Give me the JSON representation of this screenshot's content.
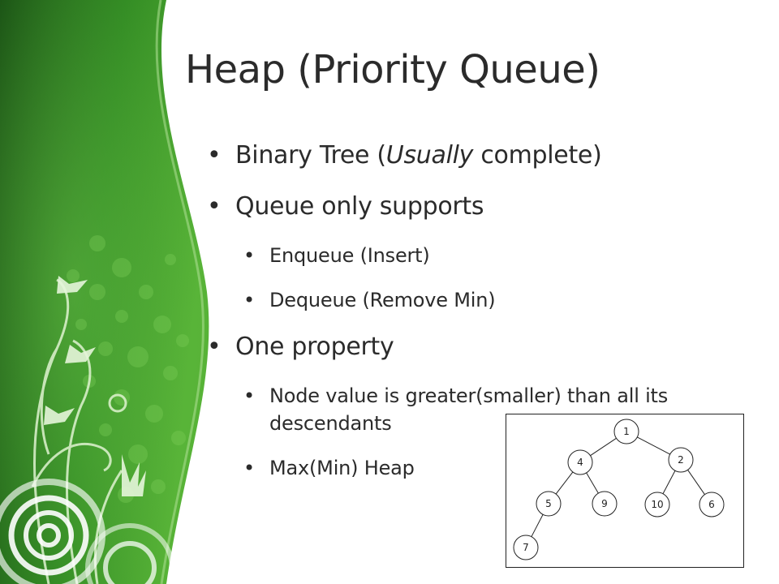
{
  "slide": {
    "title": "Heap (Priority Queue)",
    "bullets": [
      {
        "level": 1,
        "prefix": "Binary Tree (",
        "emphasis": "Usually",
        "suffix": " complete)"
      },
      {
        "level": 1,
        "text": "Queue only supports"
      },
      {
        "level": 2,
        "text": "Enqueue (Insert)"
      },
      {
        "level": 2,
        "text": "Dequeue (Remove Min)"
      },
      {
        "level": 1,
        "text": "One property"
      },
      {
        "level": 2,
        "text": "Node value is greater(smaller) than all its descendants"
      },
      {
        "level": 2,
        "text": "Max(Min) Heap"
      }
    ],
    "heap_diagram": {
      "nodes": [
        {
          "id": "n1",
          "label": "1"
        },
        {
          "id": "n4",
          "label": "4"
        },
        {
          "id": "n2",
          "label": "2"
        },
        {
          "id": "n5",
          "label": "5"
        },
        {
          "id": "n9",
          "label": "9"
        },
        {
          "id": "n10",
          "label": "10"
        },
        {
          "id": "n6",
          "label": "6"
        },
        {
          "id": "n7",
          "label": "7"
        }
      ],
      "edges": [
        [
          "n1",
          "n4"
        ],
        [
          "n1",
          "n2"
        ],
        [
          "n4",
          "n5"
        ],
        [
          "n4",
          "n9"
        ],
        [
          "n2",
          "n10"
        ],
        [
          "n2",
          "n6"
        ],
        [
          "n5",
          "n7"
        ]
      ]
    }
  },
  "colors": {
    "green_dark": "#1a5a14",
    "green_mid": "#2f8a22",
    "green_light": "#5cb43c",
    "text": "#2b2b2b"
  }
}
